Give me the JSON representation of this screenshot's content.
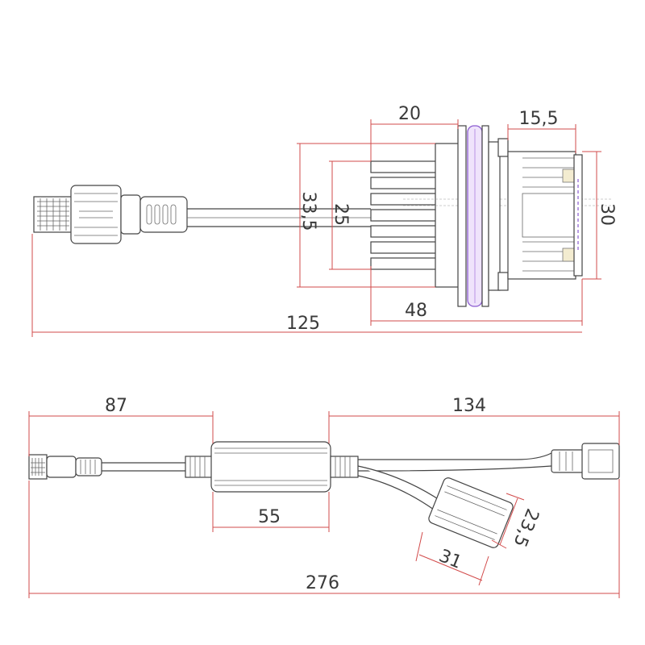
{
  "colors": {
    "dimension": "#d24b4b",
    "outline": "#444444",
    "ring": "#8a5bd0",
    "ring_fill": "#efe3fb",
    "terminal": "#f3ecd0"
  },
  "top_view": {
    "dimensions": {
      "heatsink_width": "20",
      "socket_depth": "15,5",
      "overall_height": "33,5",
      "fin_height": "25",
      "right_height": "30",
      "base_length": "48",
      "total_length": "125"
    }
  },
  "bottom_view": {
    "dimensions": {
      "left_segment": "87",
      "right_segment": "134",
      "driver_length": "55",
      "box_length": "31",
      "box_height": "23,5",
      "total_length": "276"
    }
  }
}
